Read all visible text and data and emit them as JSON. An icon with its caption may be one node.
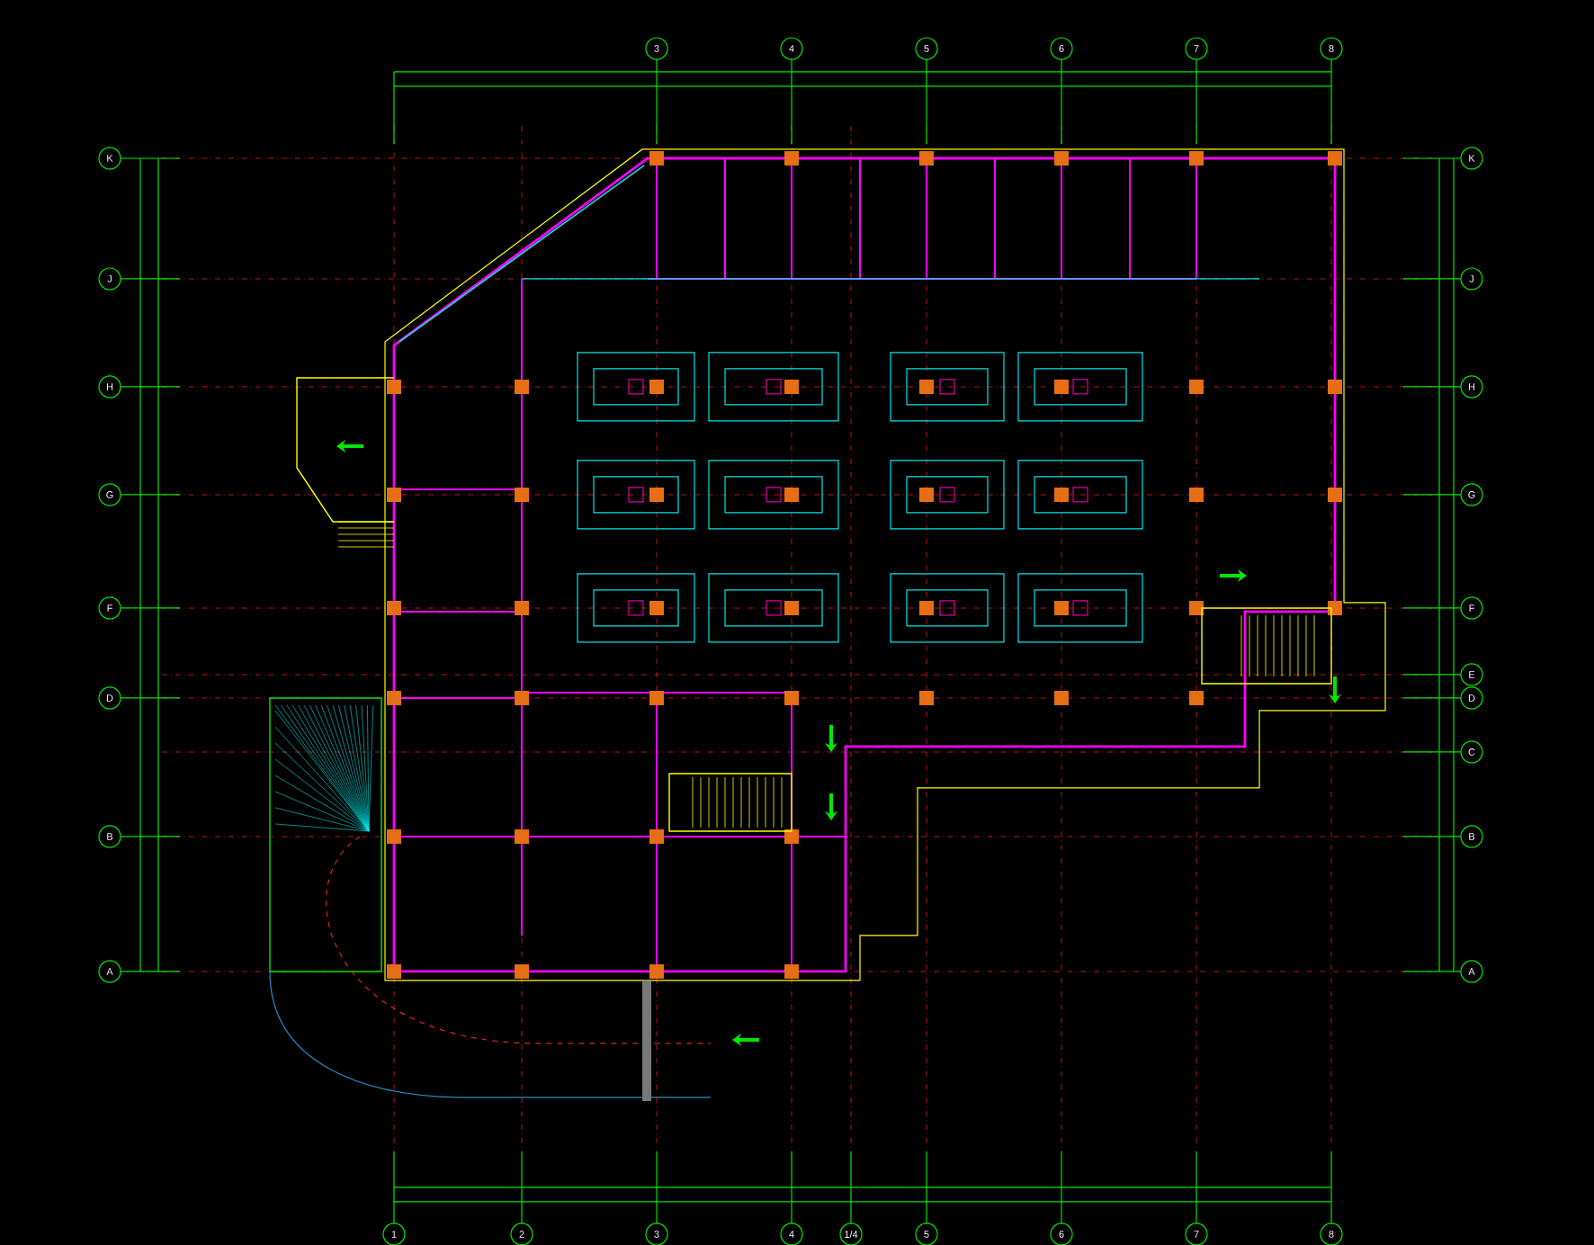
{
  "diagram": {
    "nodes": [
      {
        "text": [
          "3"
        ]
      },
      {
        "text": [
          "4"
        ]
      },
      {
        "text": [
          "5"
        ]
      },
      {
        "text": [
          "6"
        ]
      },
      {
        "text": [
          "7"
        ]
      },
      {
        "text": [
          "8"
        ]
      },
      {
        "text": [
          "K"
        ]
      },
      {
        "text": [
          "J"
        ]
      },
      {
        "text": [
          "H"
        ]
      },
      {
        "text": [
          "G"
        ]
      },
      {
        "text": [
          "F"
        ]
      },
      {
        "text": [
          "D"
        ]
      },
      {
        "text": [
          "B"
        ]
      },
      {
        "text": [
          "A"
        ]
      },
      {
        "text": [
          "K"
        ]
      },
      {
        "text": [
          "J"
        ]
      },
      {
        "text": [
          "H"
        ]
      },
      {
        "text": [
          "G"
        ]
      },
      {
        "text": [
          "F"
        ]
      },
      {
        "text": [
          "E"
        ]
      },
      {
        "text": [
          "D"
        ]
      },
      {
        "text": [
          "C"
        ]
      },
      {
        "text": [
          "B"
        ]
      },
      {
        "text": [
          "A"
        ]
      },
      {
        "text": [
          "1"
        ]
      },
      {
        "text": [
          "2"
        ]
      },
      {
        "text": [
          "3"
        ]
      },
      {
        "text": [
          "4"
        ]
      },
      {
        "text": [
          "1/4"
        ]
      },
      {
        "text": [
          "5"
        ]
      },
      {
        "text": [
          "6"
        ]
      },
      {
        "text": [
          "7"
        ]
      },
      {
        "text": [
          "8"
        ]
      }
    ]
  }
}
